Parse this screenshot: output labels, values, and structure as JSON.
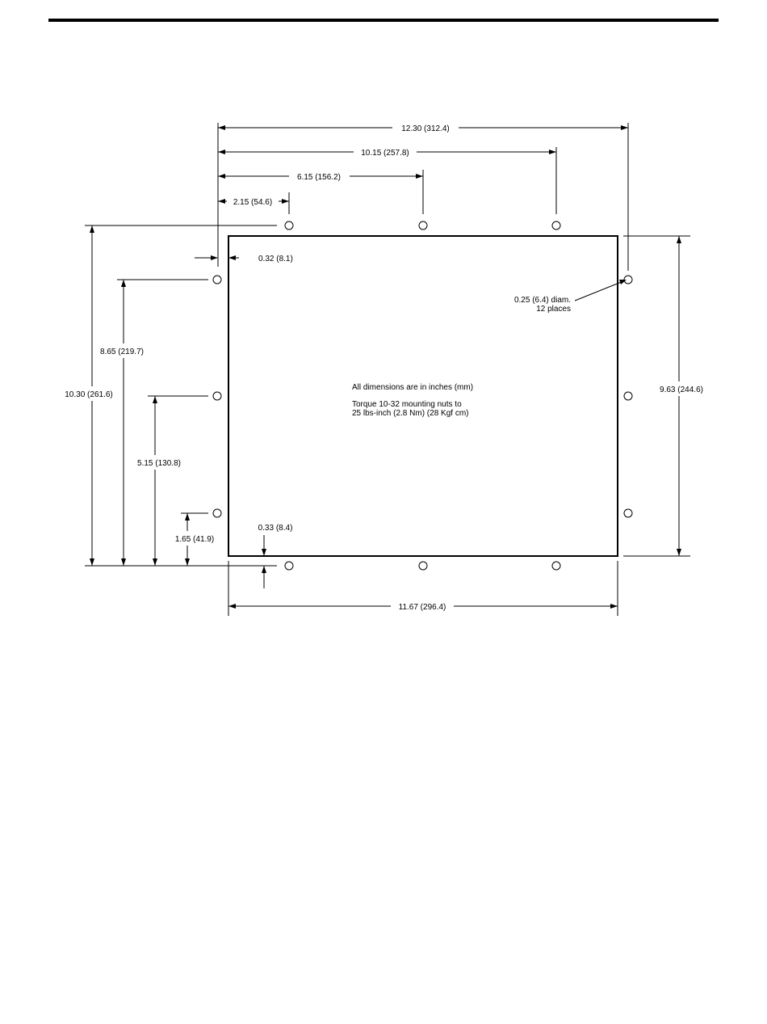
{
  "dimensions": {
    "overall_width_holes": "12.30 (312.4)",
    "width_10_15": "10.15 (257.8)",
    "width_6_15": "6.15 (156.2)",
    "width_2_15": "2.15 (54.6)",
    "offset_0_32": "0.32 (8.1)",
    "overall_height_holes": "10.30 (261.6)",
    "height_8_65": "8.65 (219.7)",
    "height_5_15": "5.15 (130.8)",
    "height_1_65": "1.65 (41.9)",
    "offset_0_33": "0.33 (8.4)",
    "plate_height": "9.63 (244.6)",
    "plate_width": "11.67 (296.4)"
  },
  "hole_note": {
    "line1": "0.25 (6.4) diam.",
    "line2": "12 places"
  },
  "notes": {
    "units": "All dimensions are in inches (mm)",
    "torque_line1": "Torque 10-32 mounting nuts to",
    "torque_line2": "25 lbs-inch (2.8 Nm) (28 Kgf cm)"
  },
  "hole_count": 12
}
